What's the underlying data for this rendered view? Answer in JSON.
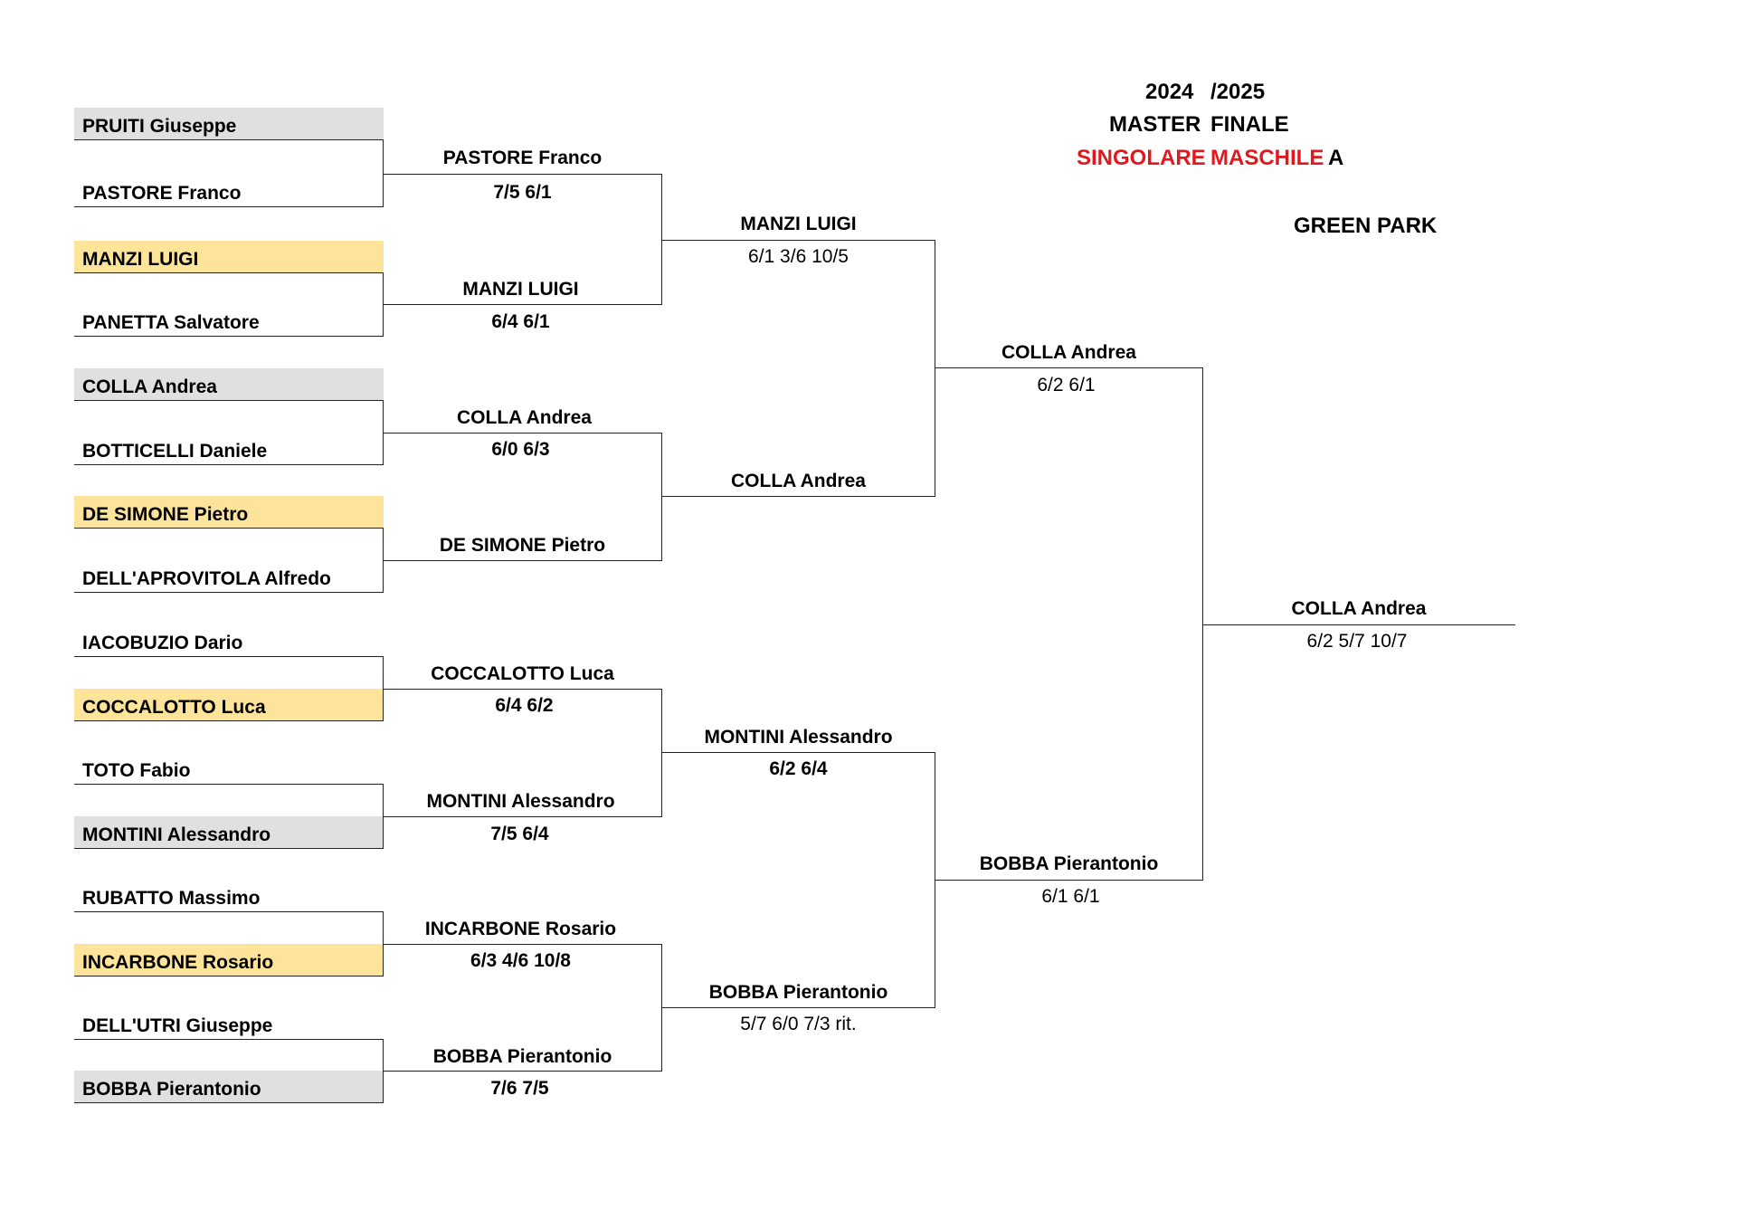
{
  "header": {
    "year_start": "2024",
    "year_end": "/2025",
    "word1": "MASTER",
    "word2": "FINALE",
    "cat1": "SINGOLARE",
    "cat2": "MASCHILE",
    "cat3": "A",
    "venue": "GREEN PARK",
    "colors": {
      "category": "#e0191e",
      "highlight_gray": "#e0e0e0",
      "highlight_yellow": "#fde49a"
    }
  },
  "players": [
    {
      "name": "PRUITI Giuseppe",
      "shade": "gray"
    },
    {
      "name": "PASTORE Franco",
      "shade": "none"
    },
    {
      "name": "MANZI LUIGI",
      "shade": "yellow"
    },
    {
      "name": "PANETTA Salvatore",
      "shade": "none"
    },
    {
      "name": "COLLA Andrea",
      "shade": "gray"
    },
    {
      "name": "BOTTICELLI Daniele",
      "shade": "none"
    },
    {
      "name": "DE SIMONE Pietro",
      "shade": "yellow"
    },
    {
      "name": "DELL'APROVITOLA Alfredo",
      "shade": "none"
    },
    {
      "name": "IACOBUZIO Dario",
      "shade": "none"
    },
    {
      "name": "COCCALOTTO Luca",
      "shade": "yellow"
    },
    {
      "name": "TOTO Fabio",
      "shade": "none"
    },
    {
      "name": "MONTINI Alessandro",
      "shade": "gray"
    },
    {
      "name": "RUBATTO Massimo",
      "shade": "none"
    },
    {
      "name": "INCARBONE Rosario",
      "shade": "yellow"
    },
    {
      "name": "DELL'UTRI Giuseppe",
      "shade": "none"
    },
    {
      "name": "BOBBA Pierantonio",
      "shade": "gray"
    }
  ],
  "round2": [
    {
      "winner": "PASTORE Franco",
      "score": "7/5 6/1"
    },
    {
      "winner": "MANZI LUIGI",
      "score": "6/4 6/1"
    },
    {
      "winner": "COLLA Andrea",
      "score": "6/0 6/3"
    },
    {
      "winner": "DE SIMONE Pietro",
      "score": ""
    },
    {
      "winner": "COCCALOTTO Luca",
      "score": "6/4 6/2"
    },
    {
      "winner": "MONTINI Alessandro",
      "score": "7/5 6/4"
    },
    {
      "winner": "INCARBONE Rosario",
      "score": "6/3 4/6 10/8"
    },
    {
      "winner": "BOBBA Pierantonio",
      "score": "7/6 7/5"
    }
  ],
  "round3": [
    {
      "winner": "MANZI LUIGI",
      "score": "6/1 3/6 10/5",
      "score_bold": false
    },
    {
      "winner": "COLLA Andrea",
      "score": "",
      "score_bold": false
    },
    {
      "winner": "MONTINI Alessandro",
      "score": "6/2 6/4",
      "score_bold": true
    },
    {
      "winner": "BOBBA Pierantonio",
      "score": "5/7 6/0 7/3 rit.",
      "score_bold": false
    }
  ],
  "semis": [
    {
      "winner": "COLLA Andrea",
      "score": "6/2 6/1"
    },
    {
      "winner": "BOBBA Pierantonio",
      "score": "6/1 6/1"
    }
  ],
  "final": {
    "winner": "COLLA Andrea",
    "score": "6/2 5/7 10/7"
  }
}
